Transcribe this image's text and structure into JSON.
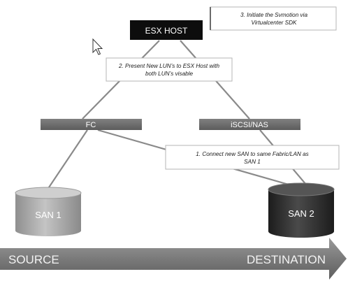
{
  "nodes": {
    "esx_host": "ESX HOST",
    "fc": "FC",
    "iscsi_nas": "iSCSI/NAS",
    "san1": "SAN 1",
    "san2": "SAN 2"
  },
  "callouts": {
    "step3": [
      "3. Initiate the Svmotion via",
      "Virtualcenter SDK"
    ],
    "step2": [
      "2. Present New LUN’s to ESX Host with",
      "both LUN’s visable"
    ],
    "step1": [
      "1. Connect new SAN to same Fabric/LAN as",
      "SAN 1"
    ]
  },
  "arrow": {
    "source": "SOURCE",
    "destination": "DESTINATION"
  },
  "colors": {
    "esx_host_fill": "#0d0d0d",
    "switch_fill": "#6e6e6e",
    "san1_fill": "#a6a6a6",
    "san2_fill": "#2b2b2b",
    "arrow_fill": "#7a7a7a",
    "line": "#8a8a8a"
  }
}
